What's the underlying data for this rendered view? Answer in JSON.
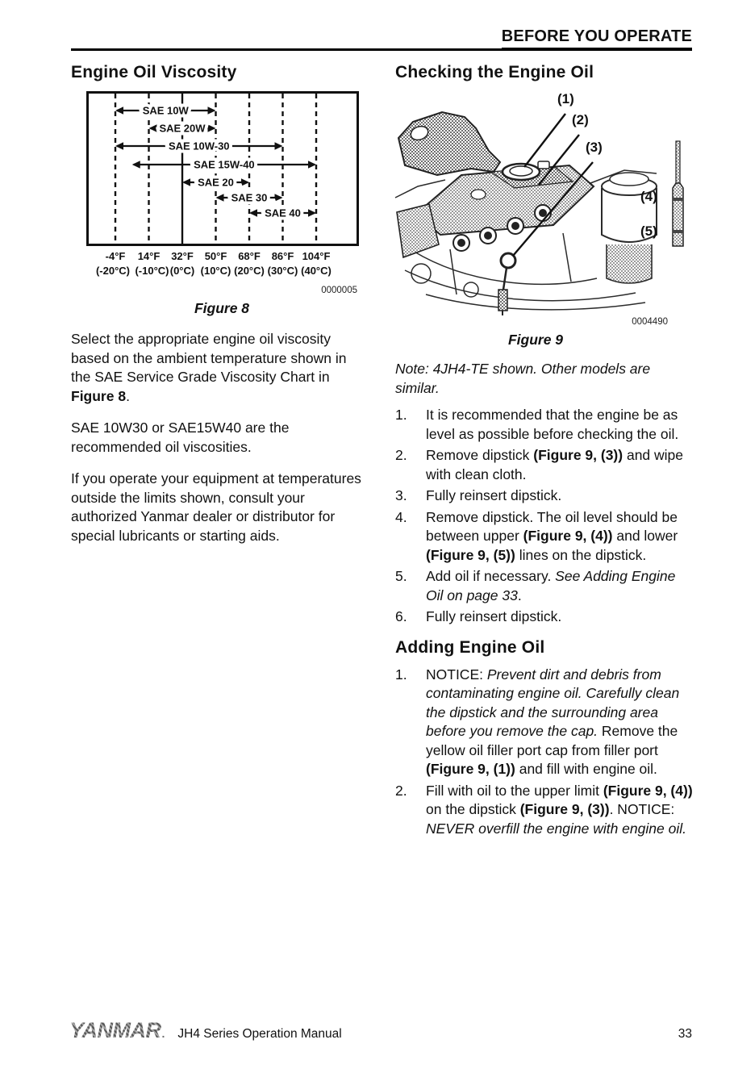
{
  "header": {
    "section_title": "BEFORE YOU OPERATE"
  },
  "left_column": {
    "heading": "Engine Oil Viscosity",
    "figure8_code": "0000005",
    "figure8_caption": "Figure 8",
    "paragraphs": [
      {
        "segments": [
          {
            "t": "Select the appropriate engine oil viscosity based on the ambient temperature shown in the SAE Service Grade Viscosity Chart in ",
            "s": "n"
          },
          {
            "t": "Figure 8",
            "s": "b"
          },
          {
            "t": ".",
            "s": "n"
          }
        ]
      },
      {
        "segments": [
          {
            "t": "SAE 10W30 or SAE15W40 are the recommended oil viscosities.",
            "s": "n"
          }
        ]
      },
      {
        "segments": [
          {
            "t": "If you operate your equipment at temperatures outside the limits shown, consult your authorized Yanmar dealer or distributor for special lubricants or starting aids.",
            "s": "n"
          }
        ]
      }
    ]
  },
  "chart_data": {
    "type": "bar",
    "subtype": "horizontal-temperature-range",
    "title": "SAE Service Grade Viscosity Chart",
    "xlabel": "Ambient temperature",
    "x_tick_values_f": [
      -4,
      14,
      32,
      50,
      68,
      86,
      104
    ],
    "x_tick_labels_f": [
      "-4°F",
      "14°F",
      "32°F",
      "50°F",
      "68°F",
      "86°F",
      "104°F"
    ],
    "x_tick_labels_c": [
      "(-20°C)",
      "(-10°C)",
      "(0°C)",
      "(10°C)",
      "(20°C)",
      "(30°C)",
      "(40°C)"
    ],
    "solid_gridline_at_f": 32,
    "grid": "dashed-vertical",
    "series": [
      {
        "name": "SAE 10W",
        "range_f": [
          -4,
          50
        ]
      },
      {
        "name": "SAE 20W",
        "range_f": [
          14,
          50
        ]
      },
      {
        "name": "SAE 10W-30",
        "range_f": [
          -4,
          86
        ]
      },
      {
        "name": "SAE 15W-40",
        "range_f": [
          5,
          104
        ]
      },
      {
        "name": "SAE 20",
        "range_f": [
          32,
          68
        ]
      },
      {
        "name": "SAE 30",
        "range_f": [
          50,
          86
        ]
      },
      {
        "name": "SAE 40",
        "range_f": [
          68,
          104
        ]
      }
    ]
  },
  "right_column": {
    "heading": "Checking the Engine Oil",
    "figure9_code": "0004490",
    "figure9_caption": "Figure 9",
    "figure9_callouts": [
      "(1)",
      "(2)",
      "(3)",
      "(4)",
      "(5)"
    ],
    "note": "Note: 4JH4-TE shown. Other models are similar.",
    "checking_steps": [
      {
        "num": "1.",
        "segments": [
          {
            "t": "It is recommended that the engine be as level as possible before checking the oil.",
            "s": "n"
          }
        ]
      },
      {
        "num": "2.",
        "segments": [
          {
            "t": "Remove dipstick ",
            "s": "n"
          },
          {
            "t": "(Figure 9, (3))",
            "s": "b"
          },
          {
            "t": " and wipe with clean cloth.",
            "s": "n"
          }
        ]
      },
      {
        "num": "3.",
        "segments": [
          {
            "t": "Fully reinsert dipstick.",
            "s": "n"
          }
        ]
      },
      {
        "num": "4.",
        "segments": [
          {
            "t": "Remove dipstick. The oil level should be between upper ",
            "s": "n"
          },
          {
            "t": "(Figure 9, (4))",
            "s": "b"
          },
          {
            "t": " and lower ",
            "s": "n"
          },
          {
            "t": "(Figure 9, (5))",
            "s": "b"
          },
          {
            "t": " lines on the dipstick.",
            "s": "n"
          }
        ]
      },
      {
        "num": "5.",
        "segments": [
          {
            "t": "Add oil if necessary. ",
            "s": "n"
          },
          {
            "t": "See Adding Engine Oil on page 33",
            "s": "i"
          },
          {
            "t": ".",
            "s": "n"
          }
        ]
      },
      {
        "num": "6.",
        "segments": [
          {
            "t": "Fully reinsert dipstick.",
            "s": "n"
          }
        ]
      }
    ],
    "adding_heading": "Adding Engine Oil",
    "adding_steps": [
      {
        "num": "1.",
        "segments": [
          {
            "t": "NOTICE: ",
            "s": "n"
          },
          {
            "t": "Prevent dirt and debris from contaminating engine oil. Carefully clean the dipstick and the surrounding area before you remove the cap.",
            "s": "i"
          },
          {
            "t": " Remove the yellow oil filler port cap from filler port ",
            "s": "n"
          },
          {
            "t": "(Figure 9, (1))",
            "s": "b"
          },
          {
            "t": " and fill with engine oil.",
            "s": "n"
          }
        ]
      },
      {
        "num": "2.",
        "segments": [
          {
            "t": "Fill with oil to the upper limit ",
            "s": "n"
          },
          {
            "t": "(Figure 9, (4))",
            "s": "b"
          },
          {
            "t": " on the dipstick ",
            "s": "n"
          },
          {
            "t": "(Figure 9, (3))",
            "s": "b"
          },
          {
            "t": ". NOTICE: ",
            "s": "n"
          },
          {
            "t": "NEVER overfill the engine with engine oil.",
            "s": "i"
          }
        ]
      }
    ]
  },
  "footer": {
    "brand": "YANMAR",
    "brand_mark": ".",
    "manual_title": "JH4 Series Operation Manual",
    "page_number": "33"
  },
  "colors": {
    "ink": "#111111",
    "paper": "#ffffff",
    "halftone_gray": "#9a9a9a"
  }
}
